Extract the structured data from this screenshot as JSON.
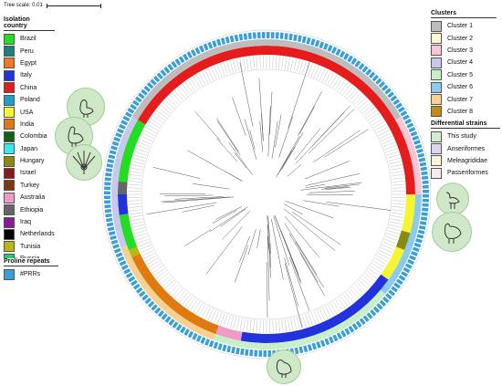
{
  "tree_scale": {
    "label": "Tree scale: 0.01"
  },
  "isolation_country": {
    "title": "Isolation country",
    "items": [
      {
        "label": "Brazil",
        "color": "#22dd22"
      },
      {
        "label": "Peru",
        "color": "#1a7f7f"
      },
      {
        "label": "Egypt",
        "color": "#f07820"
      },
      {
        "label": "Italy",
        "color": "#2233dd"
      },
      {
        "label": "China",
        "color": "#e61c1c"
      },
      {
        "label": "Poland",
        "color": "#1e9fc8"
      },
      {
        "label": "USA",
        "color": "#f5f532"
      },
      {
        "label": "India",
        "color": "#e07a10"
      },
      {
        "label": "Colombia",
        "color": "#115f11"
      },
      {
        "label": "Japan",
        "color": "#3ae8e8"
      },
      {
        "label": "Hungary",
        "color": "#8a8a10"
      },
      {
        "label": "Israel",
        "color": "#8a1a1a"
      },
      {
        "label": "Turkey",
        "color": "#7a3a10"
      },
      {
        "label": "Australia",
        "color": "#f09ac8"
      },
      {
        "label": "Ethiopia",
        "color": "#666666"
      },
      {
        "label": "Iraq",
        "color": "#8a1a9a"
      },
      {
        "label": "Netherlands",
        "color": "#000000"
      },
      {
        "label": "Tunisia",
        "color": "#b8b810"
      },
      {
        "label": "Russia",
        "color": "#1ad070"
      }
    ]
  },
  "proline_repeats": {
    "title": "Proline repeats",
    "items": [
      {
        "label": "#PRRs",
        "color": "#3a9fd8"
      }
    ]
  },
  "clusters": {
    "title": "Clusters",
    "items": [
      {
        "label": "Cluster 1",
        "color": "#bdbdbd"
      },
      {
        "label": "Cluster 2",
        "color": "#fffad2"
      },
      {
        "label": "Cluster 3",
        "color": "#f8c6d4"
      },
      {
        "label": "Cluster 4",
        "color": "#c8c8ee"
      },
      {
        "label": "Cluster 5",
        "color": "#c8f0c8"
      },
      {
        "label": "Cluster 6",
        "color": "#8ccaf0"
      },
      {
        "label": "Cluster 7",
        "color": "#f8d090"
      },
      {
        "label": "Cluster 8",
        "color": "#c88a10"
      }
    ]
  },
  "differential_strains": {
    "title": "Differential strains",
    "items": [
      {
        "label": "This study",
        "color": "#d2ecd2"
      },
      {
        "label": "Anseriformes",
        "color": "#ddd6f2"
      },
      {
        "label": "Meleagrididae",
        "color": "#fdf6d6"
      },
      {
        "label": "Passeriformes",
        "color": "#f8e8f0"
      }
    ]
  },
  "birds": [
    {
      "name": "chicken-icon"
    },
    {
      "name": "rooster-icon"
    },
    {
      "name": "peacock-icon"
    },
    {
      "name": "heron-icon"
    },
    {
      "name": "turkey-icon"
    },
    {
      "name": "dodo-icon"
    }
  ]
}
